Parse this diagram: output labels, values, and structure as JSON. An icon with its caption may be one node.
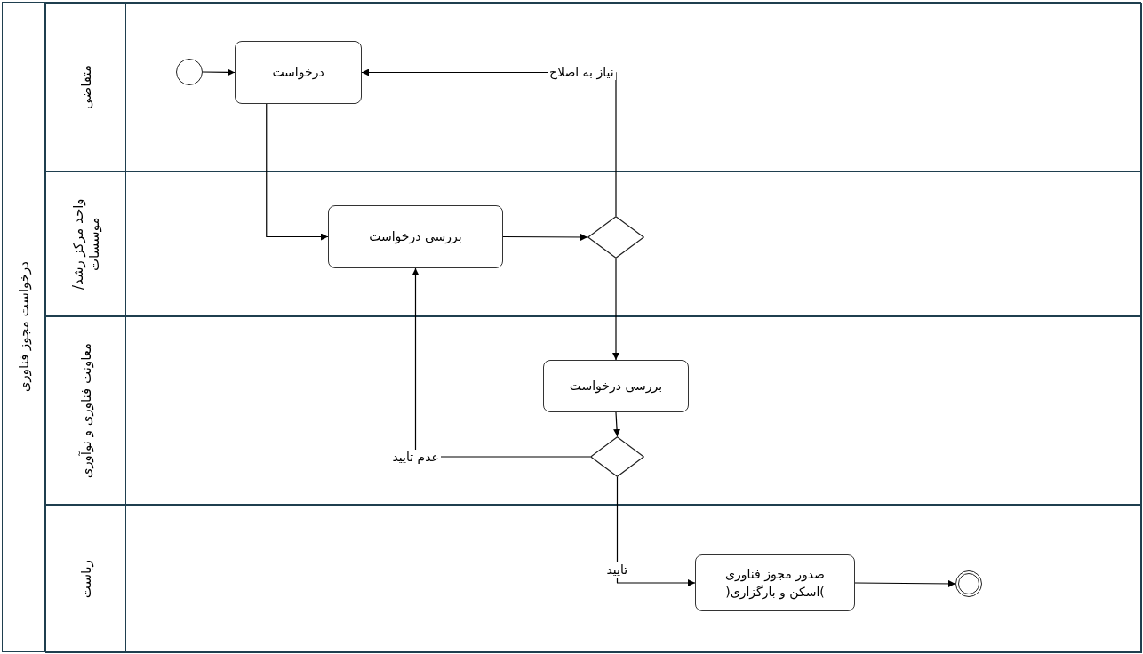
{
  "diagram": {
    "nodes": [
      {
        "text": [
          "درخواست مجوز فناوری"
        ]
      },
      {
        "text": [
          "متقاضی"
        ],
        "in": 0
      },
      {
        "text": [],
        "shape": "circle",
        "in": 1
      },
      {
        "text": [
          "درخواست"
        ],
        "in": 1
      },
      {
        "text": [
          "واحد مرکز رشد/ موسسات"
        ],
        "in": 0
      },
      {
        "text": [
          "بررسی درخواست"
        ],
        "in": 4
      },
      {
        "text": [],
        "shape": "diamond",
        "in": 4
      },
      {
        "text": [
          "معاونت فناوری و نوآوری"
        ],
        "in": 0
      },
      {
        "text": [
          "بررسی درخواست"
        ],
        "in": 7
      },
      {
        "text": [],
        "shape": "diamond",
        "in": 7
      },
      {
        "text": [
          "ریاست"
        ],
        "in": 0
      },
      {
        "text": [
          "صدور مجوز فناوری )اسکن و بارگزاری("
        ],
        "in": 10
      },
      {
        "text": [],
        "shape": "circle",
        "in": 10
      }
    ],
    "edges": [
      {
        "from": 2,
        "to": 3,
        "arrow": "to"
      },
      {
        "from": 3,
        "to": 5,
        "arrow": "to"
      },
      {
        "from": 5,
        "to": 6,
        "arrow": "to"
      },
      {
        "from": 6,
        "to": 3,
        "label": "نیاز به اصلاح",
        "arrow": "to"
      },
      {
        "from": 6,
        "to": 8,
        "arrow": "to"
      },
      {
        "from": 8,
        "to": 9,
        "arrow": "to"
      },
      {
        "from": 9,
        "to": 5,
        "label": "عدم تایید",
        "arrow": "to"
      },
      {
        "from": 9,
        "to": 11,
        "label": "تایید",
        "arrow": "to"
      },
      {
        "from": 11,
        "to": 12,
        "arrow": "to"
      }
    ]
  }
}
